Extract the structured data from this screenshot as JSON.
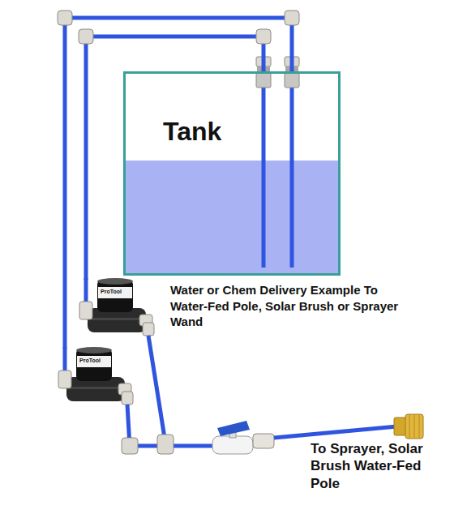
{
  "diagram": {
    "nodes": [
      {
        "text": [
          "Tank"
        ]
      },
      {
        "text": [
          "ProTool"
        ]
      },
      {
        "text": [
          "ProTool"
        ]
      }
    ],
    "edges": [
      {
        "from": 0,
        "to": 1,
        "arrow": "none"
      },
      {
        "from": 0,
        "to": 2,
        "arrow": "none"
      }
    ],
    "labels": [
      "Water or Chem Delivery Example To Water-Fed Pole, Solar Brush or Sprayer Wand",
      "To Sprayer, Solar Brush Water-Fed Pole"
    ]
  }
}
